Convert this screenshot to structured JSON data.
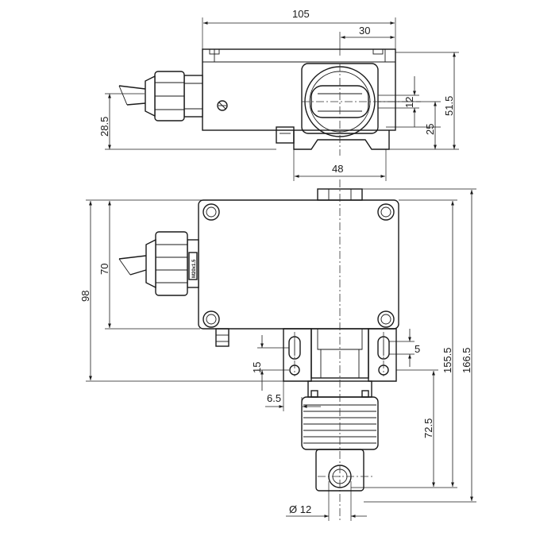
{
  "dimensions": {
    "top_width": "105",
    "top_offset": "30",
    "top_height": "51.5",
    "top_bore": "12",
    "top_axis_height": "25",
    "top_cable_height": "28.5",
    "top_base_width": "48",
    "front_box_height": "70",
    "front_body_height": "98",
    "front_slot": "5",
    "front_hole_pitch": "15",
    "front_bracket": "6.5",
    "front_overall_155": "155.5",
    "front_overall_166": "166.5",
    "front_axis_height": "72.5",
    "front_bore": "Ø 12"
  },
  "labels": {
    "gland_marking": "M20x1.5"
  }
}
